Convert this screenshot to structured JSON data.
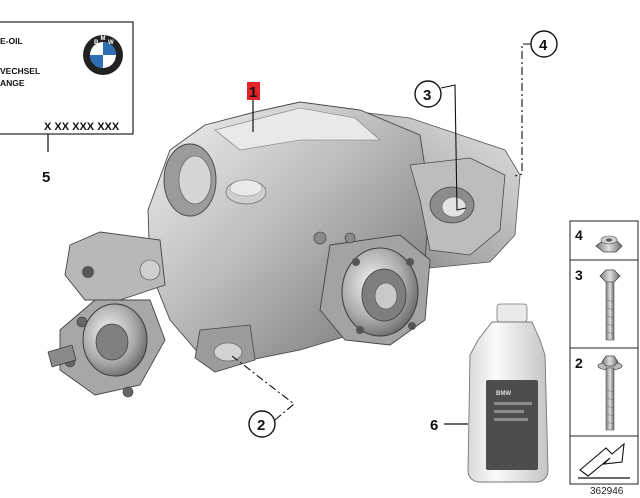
{
  "label_plate": {
    "line1": "E-OIL",
    "line2": "VECHSEL",
    "line3": "ANGE",
    "part_code": "X XX XXX XXX",
    "logo_letters": "BMW"
  },
  "callouts": {
    "c1": "1",
    "c2": "2",
    "c3": "3",
    "c4": "4",
    "c5": "5",
    "c6": "6"
  },
  "legend": {
    "row4": "4",
    "row3": "3",
    "row2": "2"
  },
  "bottle_label": "BMW",
  "diagram_id": "362946",
  "colors": {
    "highlight": "#e3242b",
    "ink": "#111111",
    "housing_light": "#d8d8d8",
    "housing_dark": "#7a7a7a",
    "bottle": "#eeeeee"
  }
}
